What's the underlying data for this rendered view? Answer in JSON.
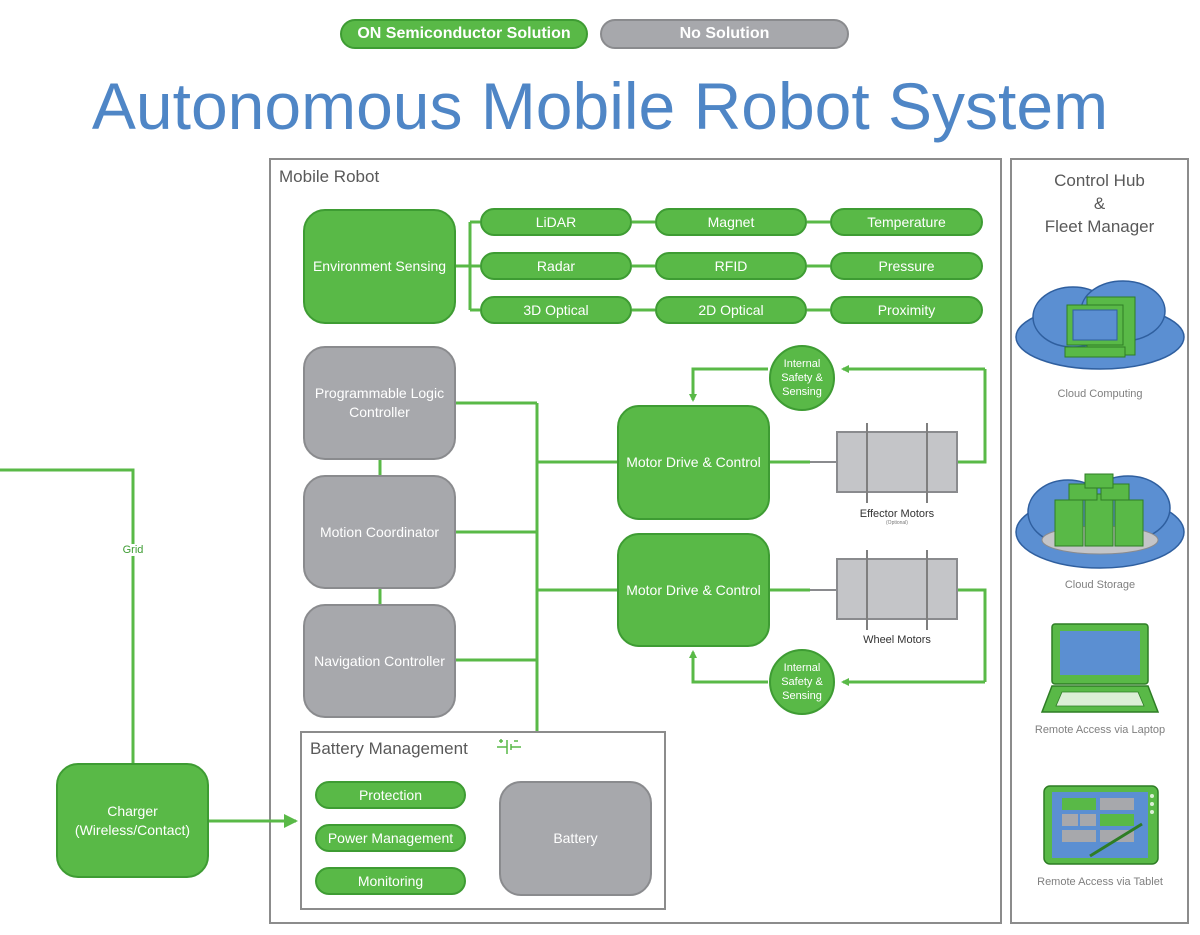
{
  "legend": {
    "on_semi": "ON Semiconductor Solution",
    "no_solution": "No Solution"
  },
  "title": "Autonomous Mobile Robot System",
  "mobile_robot": {
    "label": "Mobile Robot",
    "environment_sensing": "Environment Sensing",
    "sensors": [
      "LiDAR",
      "Magnet",
      "Temperature",
      "Radar",
      "RFID",
      "Pressure",
      "3D Optical",
      "2D Optical",
      "Proximity"
    ],
    "plc": "Programmable Logic Controller",
    "motion_coordinator": "Motion Coordinator",
    "navigation_controller": "Navigation Controller",
    "motor_drive_top": "Motor Drive & Control",
    "motor_drive_bottom": "Motor Drive & Control",
    "safety_top": "Internal Safety & Sensing",
    "safety_bottom": "Internal Safety & Sensing",
    "effector_motors": "Effector Motors",
    "effector_optional": "(Optional)",
    "wheel_motors": "Wheel Motors"
  },
  "battery_management": {
    "label": "Battery Management",
    "protection": "Protection",
    "power_management": "Power Management",
    "monitoring": "Monitoring",
    "battery": "Battery"
  },
  "charger": {
    "label_line1": "Charger",
    "label_line2": "(Wireless/Contact)",
    "grid": "Grid"
  },
  "control_hub": {
    "title_line1": "Control Hub",
    "title_line2": "&",
    "title_line3": "Fleet Manager",
    "cloud_computing": "Cloud Computing",
    "cloud_storage": "Cloud Storage",
    "remote_laptop": "Remote Access via Laptop",
    "remote_tablet": "Remote Access via Tablet"
  },
  "colors": {
    "green": "#59b947",
    "gray": "#a7a8ac",
    "title_blue": "#4f86c6"
  }
}
